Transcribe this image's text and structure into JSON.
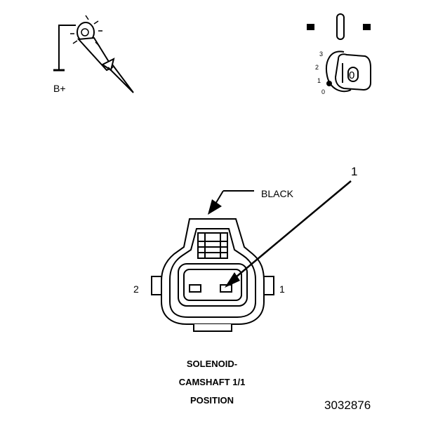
{
  "test_light": {
    "supply_label": "B+",
    "icon": "test-light-probe-icon"
  },
  "ignition": {
    "icon": "ignition-key-icon",
    "positions": [
      "3",
      "2",
      "1",
      "0"
    ],
    "key_value": "0"
  },
  "connector": {
    "color_label": "BLACK",
    "callout_number": "1",
    "pin_left": "2",
    "pin_right": "1",
    "icon": "two-pin-connector-icon"
  },
  "caption": {
    "line1": "SOLENOID-",
    "line2": "CAMSHAFT 1/1",
    "line3": "POSITION"
  },
  "figure_number": "3032876"
}
